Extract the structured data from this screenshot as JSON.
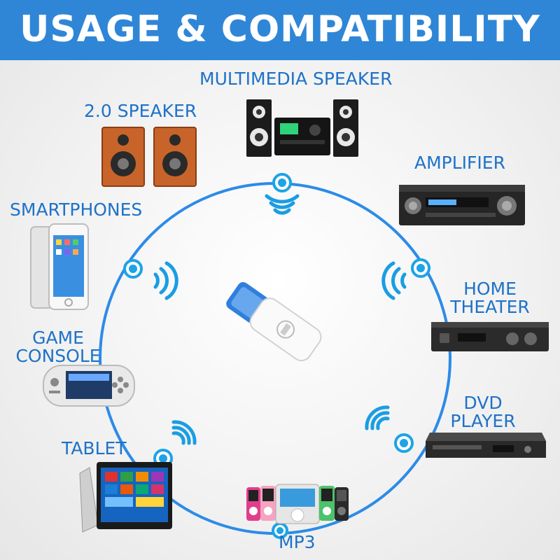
{
  "banner": {
    "title": "USAGE & COMPATIBILITY",
    "color": "#2f86d6"
  },
  "accent_color": "#1e72c8",
  "devices": {
    "multimedia_speaker": {
      "label": "MULTIMEDIA SPEAKER",
      "icon": "multimedia-speaker-icon"
    },
    "speaker_2_0": {
      "label": "2.0 SPEAKER",
      "icon": "stereo-speaker-icon"
    },
    "amplifier": {
      "label": "AMPLIFIER",
      "icon": "amplifier-icon"
    },
    "smartphones": {
      "label": "SMARTPHONES",
      "icon": "smartphone-icon"
    },
    "home_theater": {
      "line1": "HOME",
      "line2": "THEATER",
      "icon": "home-theater-icon"
    },
    "game_console": {
      "line1": "GAME",
      "line2": "CONSOLE",
      "icon": "game-console-icon"
    },
    "dvd_player": {
      "line1": "DVD",
      "line2": "PLAYER",
      "icon": "dvd-player-icon"
    },
    "tablet": {
      "label": "TABLET",
      "icon": "tablet-icon"
    },
    "mp3": {
      "label": "MP3",
      "icon": "mp3-player-icon"
    }
  },
  "center_device": {
    "icon": "bluetooth-usb-dongle-icon"
  }
}
